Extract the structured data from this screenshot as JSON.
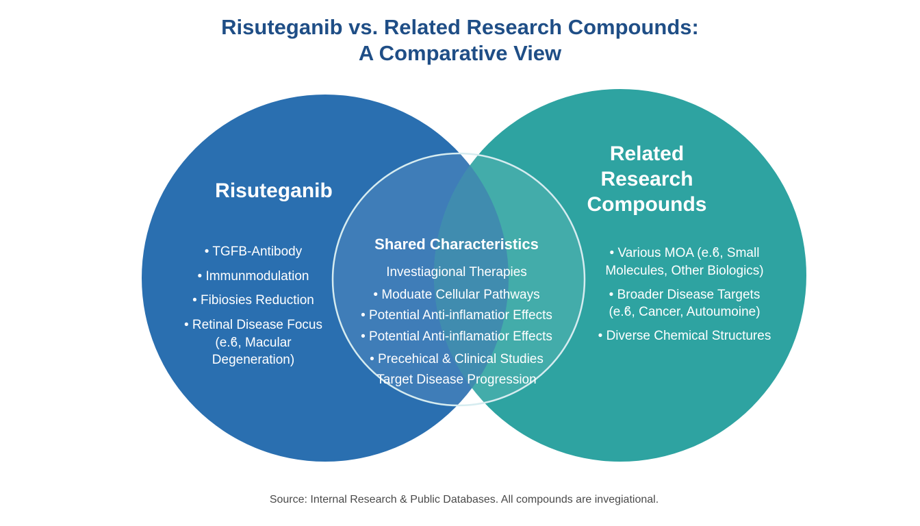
{
  "title": {
    "line1": "Risuteganib vs. Related Research Compounds:",
    "line2": "A Comparative View"
  },
  "colors": {
    "title": "#1f4e86",
    "left_circle": "#2a6fb0",
    "right_circle": "#2ea3a1",
    "overlap": "#2b7fa6",
    "outline": "#d6ecf0"
  },
  "left": {
    "heading": "Risuteganib",
    "items": [
      "• TGFB-Antibody",
      "• Immunmodulation",
      "• Fibiosies Reduction",
      "• Retinal Disease Focus",
      "(e.ϐ, Macular",
      "Degeneration)"
    ]
  },
  "center": {
    "heading": "Shared Characteristics",
    "items": [
      "Investiagional Therapies",
      "• Moduate Cellular Pathways",
      "• Potential Anti-inflamatior Effects",
      "• Potential Anti-inflamatior Effects",
      "• Precehical & Clinical Studies",
      "Target Disease Progression"
    ]
  },
  "right": {
    "heading_lines": [
      "Related",
      "Research",
      "Compounds"
    ],
    "items": [
      "• Various MOA (e.ϐ, Small",
      "Molecules, Other Biologics)",
      "• Broader Disease Targets",
      "(e.ϐ, Cancer, Autoumoine)",
      "• Diverse Chemical Structures"
    ]
  },
  "source": "Source: Internal Research & Public Databases. All compounds are invegiational."
}
